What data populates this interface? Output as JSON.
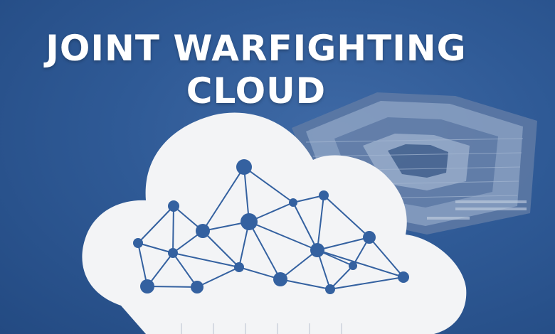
{
  "headline": {
    "line1": "JOINT WARFIGHTING",
    "line2": "CLOUD"
  },
  "colors": {
    "background": "#2f5a96",
    "cloud": "#f3f4f6",
    "network": "#3461a0",
    "building": "#7d93b5"
  },
  "icons": {
    "cloud": "cloud-icon",
    "building": "pentagon-building",
    "network": "network-graph"
  }
}
